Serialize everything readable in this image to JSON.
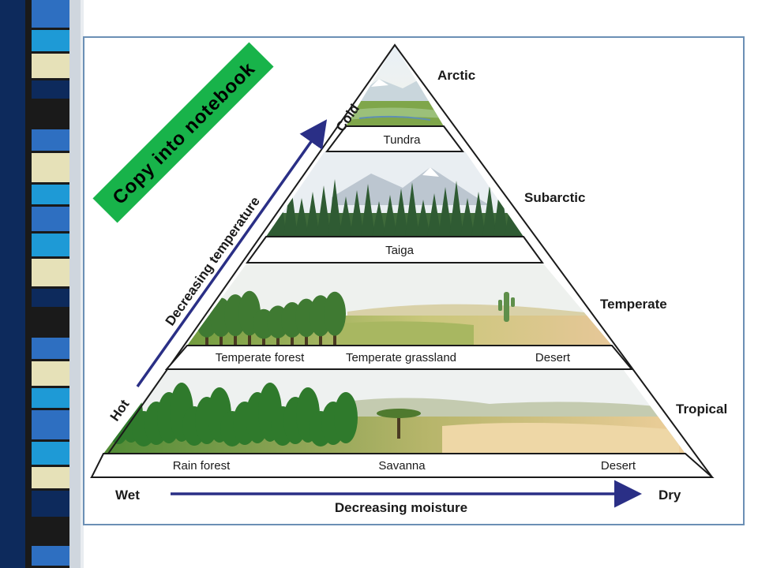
{
  "stamp": {
    "text": "Copy into notebook",
    "color": "#18b34a"
  },
  "zones": {
    "arctic": "Arctic",
    "subarctic": "Subarctic",
    "temperate": "Temperate",
    "tropical": "Tropical"
  },
  "biomes": {
    "tundra": "Tundra",
    "taiga": "Taiga",
    "temperate_forest": "Temperate forest",
    "temperate_grassland": "Temperate grassland",
    "temperate_desert": "Desert",
    "rain_forest": "Rain forest",
    "savanna": "Savanna",
    "tropical_desert": "Desert"
  },
  "temperature_axis": {
    "label": "Decreasing temperature",
    "low_end": "Hot",
    "high_end": "Cold"
  },
  "moisture_axis": {
    "label": "Decreasing moisture",
    "low_end": "Wet",
    "high_end": "Dry"
  },
  "colors": {
    "arrow": "#2a2f86",
    "frame": "#6b8fb5",
    "sidebar_blue": "#2e6fc1",
    "sidebar_cyan": "#1e9ad6",
    "sidebar_cream": "#e6e1b8",
    "sidebar_navy": "#0d2a5c"
  }
}
